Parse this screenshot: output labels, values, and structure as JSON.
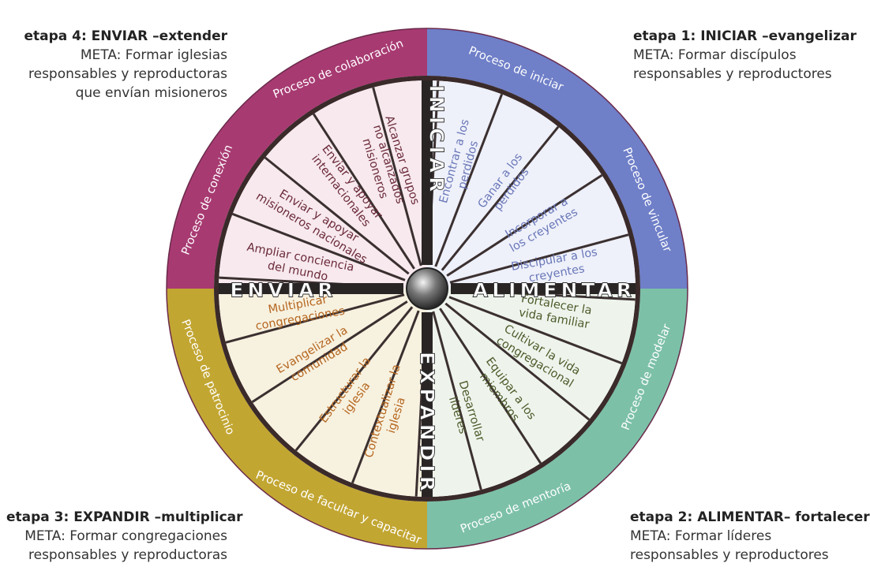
{
  "stages": {
    "tl": {
      "title": "etapa 4: ENVIAR –extender",
      "lines": [
        "META:  Formar iglesias",
        "responsables y reproductoras",
        "que envían misioneros"
      ]
    },
    "tr": {
      "title": "etapa 1: INICIAR –evangelizar",
      "lines": [
        "META:  Formar discípulos",
        "responsables y reproductores"
      ]
    },
    "bl": {
      "title": "etapa 3: EXPANDIR –multiplicar",
      "lines": [
        "META:  Formar congregaciones",
        "responsables y reproductoras"
      ]
    },
    "br": {
      "title": "etapa 2: ALIMENTAR– fortalecer",
      "lines": [
        "META:  Formar líderes",
        "responsables y reproductores"
      ]
    }
  },
  "axes": {
    "top": "INICIAR",
    "right": "ALIMENTAR",
    "bottom": "EXPANDIR",
    "left": "ENVIAR"
  },
  "processes": [
    {
      "label": "Proceso de iniciar",
      "angle": 22
    },
    {
      "label": "Proceso de vincular",
      "angle": 68
    },
    {
      "label": "Proceso de modelar",
      "angle": 112
    },
    {
      "label": "Proceso de mentoría",
      "angle": 158
    },
    {
      "label": "Proceso de facultar y capacitar",
      "angle": 202
    },
    {
      "label": "Proceso de patrocinio",
      "angle": 248
    },
    {
      "label": "Proceso de conexión",
      "angle": 292
    },
    {
      "label": "Proceso de colaboración",
      "angle": 338
    }
  ],
  "spokes": [
    {
      "lines": [
        "Encontrar a los",
        "perdidos"
      ],
      "angle": 15,
      "color": "#6a78b8"
    },
    {
      "lines": [
        "Ganar a los",
        "perdidos"
      ],
      "angle": 37,
      "color": "#6a78b8"
    },
    {
      "lines": [
        "Incorporar a",
        "los creyentes"
      ],
      "angle": 60,
      "color": "#6a78b8"
    },
    {
      "lines": [
        "Discipular a los",
        "creyentes"
      ],
      "angle": 80,
      "color": "#6a78b8"
    },
    {
      "lines": [
        "Fortalecer la",
        "vida familiar"
      ],
      "angle": 100,
      "color": "#4d5a2a"
    },
    {
      "lines": [
        "Cultivar la vida",
        "congregacional"
      ],
      "angle": 121,
      "color": "#4d5a2a"
    },
    {
      "lines": [
        "Equipar a los",
        "miembros"
      ],
      "angle": 143,
      "color": "#4d5a2a"
    },
    {
      "lines": [
        "Desarrollar",
        "líderes"
      ],
      "angle": 163,
      "color": "#4d5a2a"
    },
    {
      "lines": [
        "Contextualizar la",
        "iglesia"
      ],
      "angle": 197,
      "color": "#b5661f"
    },
    {
      "lines": [
        "Estructurar la",
        "iglesia"
      ],
      "angle": 216,
      "color": "#b5661f"
    },
    {
      "lines": [
        "Evangelizar la",
        "comunidad"
      ],
      "angle": 239,
      "color": "#b5661f"
    },
    {
      "lines": [
        "Multiplicar",
        "congregaciones"
      ],
      "angle": 260,
      "color": "#b5661f"
    },
    {
      "lines": [
        "Ampliar conciencia",
        "del mundo"
      ],
      "angle": 281,
      "color": "#6b2a3a"
    },
    {
      "lines": [
        "Enviar y apoyar",
        "misioneros nacionales"
      ],
      "angle": 301,
      "color": "#6b2a3a"
    },
    {
      "lines": [
        "Enviar y apoyar",
        "internacionales"
      ],
      "angle": 322,
      "color": "#6b2a3a"
    },
    {
      "lines": [
        "Alcanzar grupos",
        "no alcanzados",
        "misioneros"
      ],
      "angle": 343,
      "color": "#6b2a3a"
    }
  ],
  "colors": {
    "quadrant_top_right": "#6f7fc8",
    "quadrant_bottom_right": "#7cc0a8",
    "quadrant_bottom_left": "#c2a632",
    "quadrant_top_left": "#a83a72"
  }
}
